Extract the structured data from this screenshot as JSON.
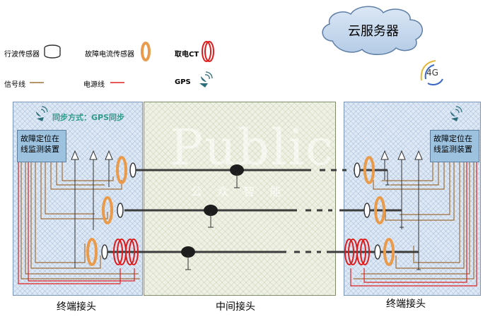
{
  "cloud": {
    "label": "云服务器"
  },
  "legend": {
    "traveling_wave_sensor": "行波传感器",
    "fault_current_sensor": "故障电流传感器",
    "power_ct": "取电CT",
    "signal_line": "信号线",
    "power_line": "电源线",
    "gps": "GPS"
  },
  "left_panel": {
    "sync_mode": "同步方式：GPS同步",
    "device": "故障定位在线监测装置",
    "caption": "终端接头"
  },
  "middle_panel": {
    "caption": "中间接头"
  },
  "right_panel": {
    "device": "故障定位在线监测装置",
    "caption": "终端接头"
  },
  "watermark": {
    "main": "Public",
    "sub": "公 众 智 能"
  },
  "badge": {
    "text": "4G"
  },
  "colors": {
    "signal_line": "#a0703a",
    "power_line": "#e02020",
    "sensor_orange": "#e99a4a",
    "ct_red": "#e01b1b",
    "cable": "#3c3c3c",
    "panel_blue": "#dfe9f5",
    "device_blue": "#9cc2df",
    "cloud": "#c8d9ee"
  }
}
